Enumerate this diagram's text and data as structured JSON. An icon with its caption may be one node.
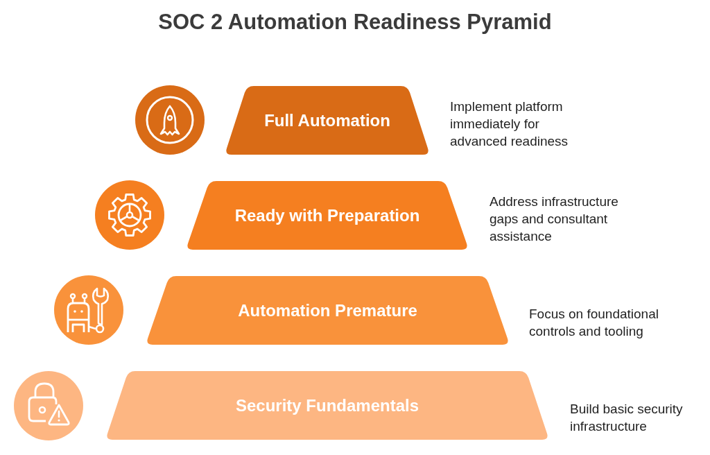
{
  "diagram": {
    "title": "SOC 2 Automation Readiness Pyramid",
    "nodes": [
      {
        "text": [
          "Full Automation"
        ],
        "beside": [
          "Implement platform immediately for advanced readiness"
        ]
      },
      {
        "text": [
          "Ready with Preparation"
        ],
        "beside": [
          "Address infrastructure gaps and consultant assistance"
        ]
      },
      {
        "text": [
          "Automation Premature"
        ],
        "beside": [
          "Focus on foundational controls and tooling"
        ]
      },
      {
        "text": [
          "Security Fundamentals"
        ],
        "beside": [
          "Build basic security infrastructure"
        ]
      }
    ]
  }
}
